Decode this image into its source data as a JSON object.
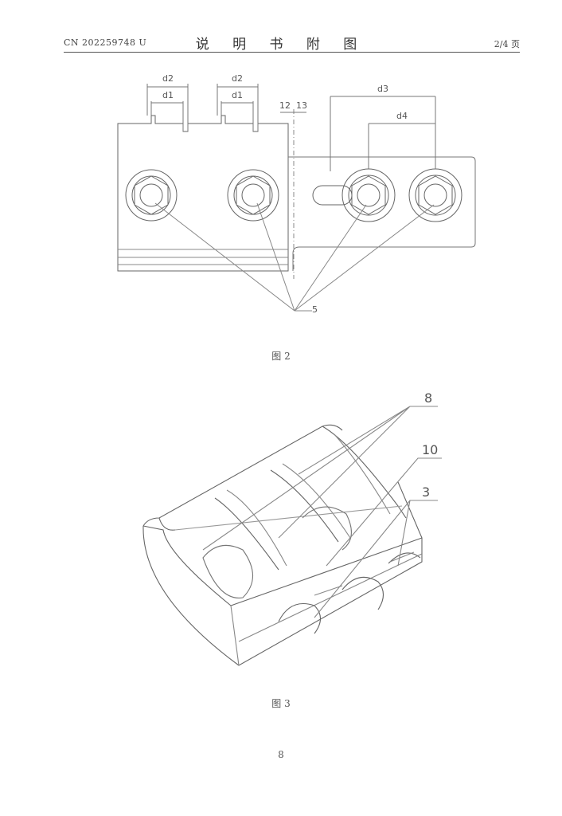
{
  "header": {
    "doc_number": "CN 202259748 U",
    "title": "说 明 书 附 图",
    "page": "2/4 页"
  },
  "figure2": {
    "caption": "图 2",
    "labels": {
      "d2_left": "d2",
      "d1_left": "d1",
      "d2_right": "d2",
      "d1_right": "d1",
      "l12": "12",
      "l13": "13",
      "d3": "d3",
      "d4": "d4",
      "l5": "5"
    }
  },
  "figure3": {
    "caption": "图 3",
    "labels": {
      "l8": "8",
      "l10": "10",
      "l3": "3"
    }
  },
  "page_number": "8"
}
